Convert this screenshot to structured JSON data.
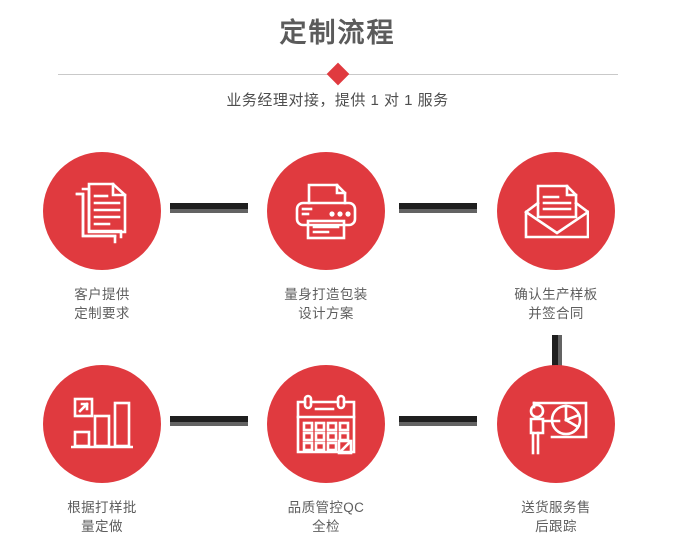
{
  "header": {
    "title": "定制流程",
    "subtitle": "业务经理对接，提供 1 对 1 服务",
    "accent_color": "#e03a3f",
    "title_color": "#5b5b5b",
    "divider_color": "#c9c9c9"
  },
  "flow": {
    "circle_color": "#e03a3f",
    "connector_color": "#1f1f1f",
    "connector_shadow_color": "#636363",
    "label_color": "#5e5e5e",
    "steps": [
      {
        "index": 1,
        "icon": "documents-stack-icon",
        "label": "客户提供\n定制要求"
      },
      {
        "index": 2,
        "icon": "printer-icon",
        "label": "量身打造包装\n设计方案"
      },
      {
        "index": 3,
        "icon": "envelope-document-icon",
        "label": "确认生产样板\n并签合同"
      },
      {
        "index": 4,
        "icon": "bar-chart-growth-icon",
        "label": "根据打样批\n量定做"
      },
      {
        "index": 5,
        "icon": "calendar-check-icon",
        "label": "品质管控QC\n全检"
      },
      {
        "index": 6,
        "icon": "presentation-person-pie-icon",
        "label": "送货服务售\n后跟踪"
      }
    ]
  }
}
